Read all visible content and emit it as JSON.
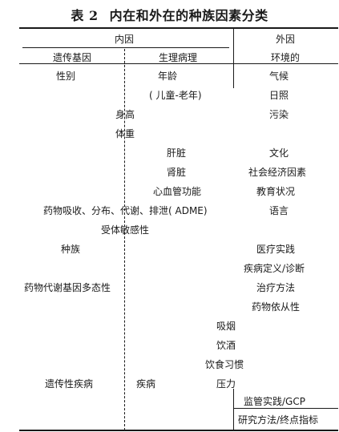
{
  "title": {
    "number": "表 2",
    "text": "内在和外在的种族因素分类"
  },
  "headers": {
    "intrinsic": "内因",
    "extrinsic": "外因",
    "genetic": "遗传基因",
    "physiological": "生理病理",
    "environmental": "环境的"
  },
  "rows": {
    "sex": "性别",
    "age": "年龄",
    "age_range": "( 儿童-老年)",
    "height": "身高",
    "weight": "体重",
    "liver": "肝脏",
    "kidney": "肾脏",
    "cardio": "心血管功能",
    "adme": "药物吸收、分布、代谢、排泄( ADME)",
    "receptor": "受体敏感性",
    "race": "种族",
    "polymorphism": "药物代谢基因多态性",
    "genetic_disease": "遗传性疾病",
    "disease": "疾病",
    "climate": "气候",
    "sunlight": "日照",
    "pollution": "污染",
    "culture": "文化",
    "socioeconomic": "社会经济因素",
    "education": "教育状况",
    "language": "语言",
    "medical_practice": "医疗实践",
    "disease_definition": "疾病定义/诊断",
    "treatment": "治疗方法",
    "compliance": "药物依从性",
    "smoking": "吸烟",
    "drinking": "饮酒",
    "diet": "饮食习惯",
    "stress": "压力",
    "regulatory": "监管实践/GCP",
    "methodology": "研究方法/终点指标"
  }
}
